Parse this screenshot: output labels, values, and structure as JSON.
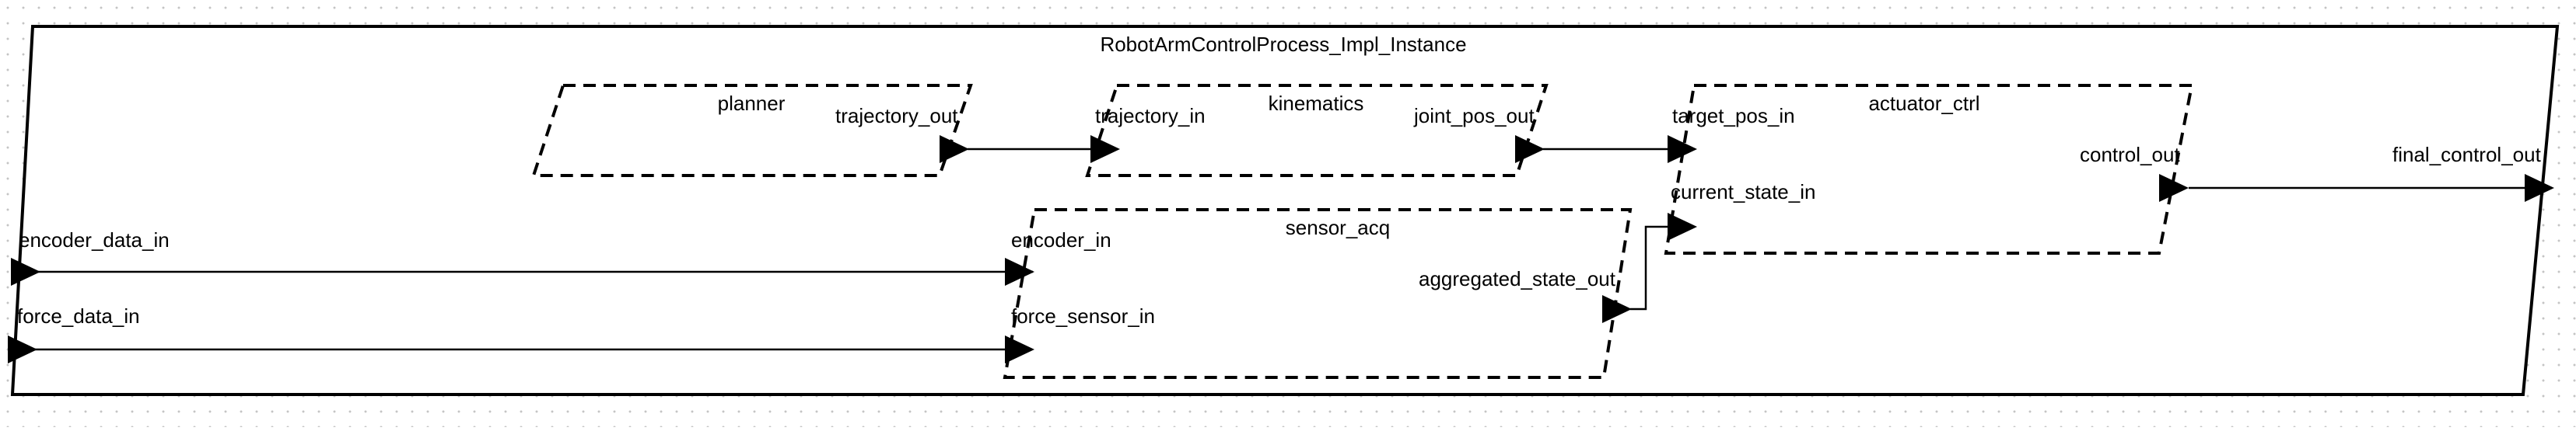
{
  "diagram": {
    "process": {
      "name": "RobotArmControlProcess_Impl_Instance",
      "inputs": [
        "encoder_data_in",
        "force_data_in"
      ],
      "outputs": [
        "final_control_out"
      ]
    },
    "subcomponents": [
      {
        "name": "planner",
        "inputs": [],
        "outputs": [
          "trajectory_out"
        ]
      },
      {
        "name": "kinematics",
        "inputs": [
          "trajectory_in"
        ],
        "outputs": [
          "joint_pos_out"
        ]
      },
      {
        "name": "actuator_ctrl",
        "inputs": [
          "target_pos_in",
          "current_state_in"
        ],
        "outputs": [
          "control_out"
        ]
      },
      {
        "name": "sensor_acq",
        "inputs": [
          "encoder_in",
          "force_sensor_in"
        ],
        "outputs": [
          "aggregated_state_out"
        ]
      }
    ],
    "connections": [
      {
        "from": "planner.trajectory_out",
        "to": "kinematics.trajectory_in"
      },
      {
        "from": "kinematics.joint_pos_out",
        "to": "actuator_ctrl.target_pos_in"
      },
      {
        "from": "actuator_ctrl.control_out",
        "to": "final_control_out"
      },
      {
        "from": "encoder_data_in",
        "to": "sensor_acq.encoder_in"
      },
      {
        "from": "force_data_in",
        "to": "sensor_acq.force_sensor_in"
      },
      {
        "from": "sensor_acq.aggregated_state_out",
        "to": "actuator_ctrl.current_state_in"
      }
    ]
  }
}
